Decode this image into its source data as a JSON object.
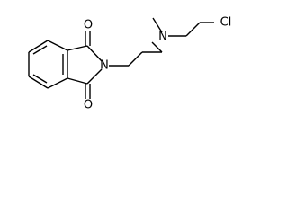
{
  "molecule": {
    "atoms": {
      "o_top": "O",
      "o_bottom": "O",
      "n_imide": "N",
      "n_amine": "N",
      "cl": "Cl"
    }
  }
}
